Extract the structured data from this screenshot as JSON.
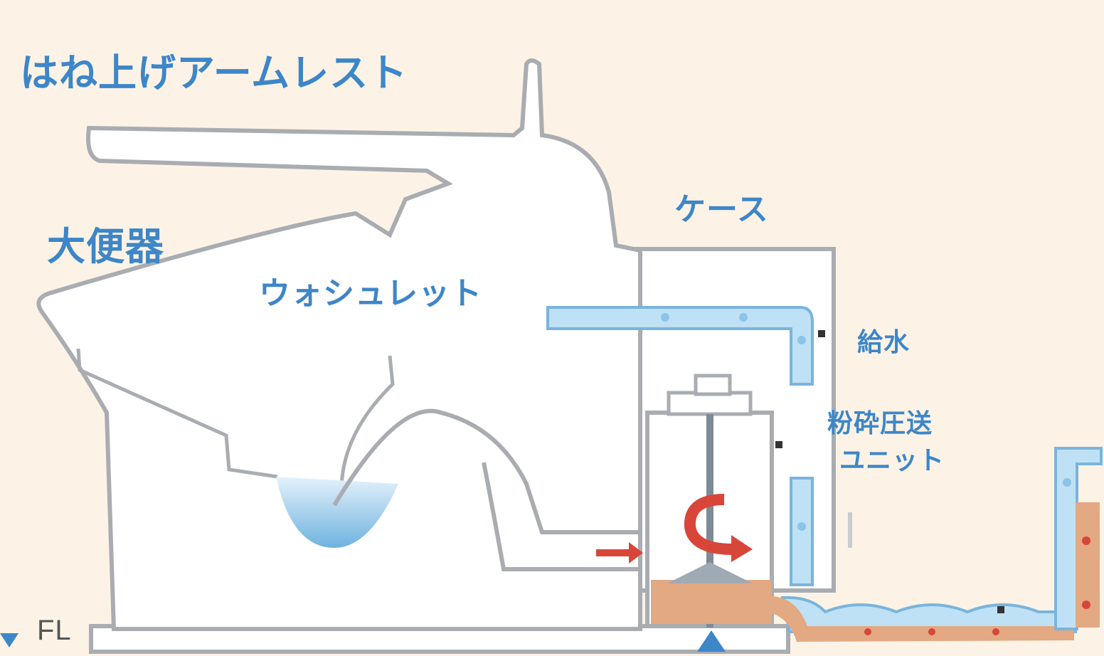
{
  "labels": {
    "armrest": "はね上げアームレスト",
    "toilet": "大便器",
    "washlet": "ウォシュレット",
    "case": "ケース",
    "water_supply": "給水",
    "unit_line1": "粉砕圧送",
    "unit_line2": "ユニット",
    "floor": "FL"
  },
  "colors": {
    "background": "#fcf3e6",
    "outline": "#a9adb2",
    "label": "#3d86c8",
    "water": "#bfe1f5",
    "water_outline": "#7ab4dc",
    "waste": "#e3a982",
    "flow_arrow": "#d8463a"
  },
  "icons": {
    "floor_marker": "triangle-down-icon",
    "rotation": "rotation-arrow-icon",
    "flow": "flow-arrow-icon"
  }
}
